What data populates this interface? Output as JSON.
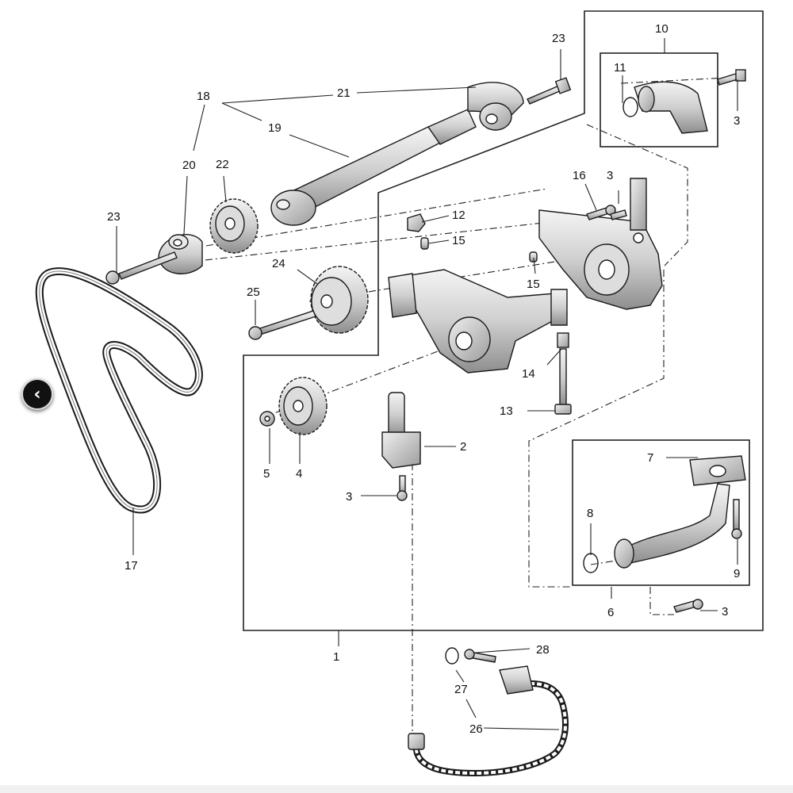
{
  "diagram": {
    "labels": {
      "p1": "1",
      "p2": "2",
      "p3a": "3",
      "p3b": "3",
      "p3c": "3",
      "p3d": "3",
      "p4": "4",
      "p5": "5",
      "p6": "6",
      "p7": "7",
      "p8": "8",
      "p9": "9",
      "p10": "10",
      "p11": "11",
      "p12": "12",
      "p13": "13",
      "p14": "14",
      "p15a": "15",
      "p15b": "15",
      "p16": "16",
      "p17": "17",
      "p18": "18",
      "p19": "19",
      "p20": "20",
      "p21": "21",
      "p22": "22",
      "p23a": "23",
      "p23b": "23",
      "p24": "24",
      "p25": "25",
      "p26": "26",
      "p27": "27",
      "p28": "28"
    }
  },
  "nav": {
    "back_icon": "‹"
  },
  "colors": {
    "line": "#222222",
    "part_fill": "#e6e6e6",
    "part_dark": "#9a9a9a",
    "button": "#111111"
  }
}
